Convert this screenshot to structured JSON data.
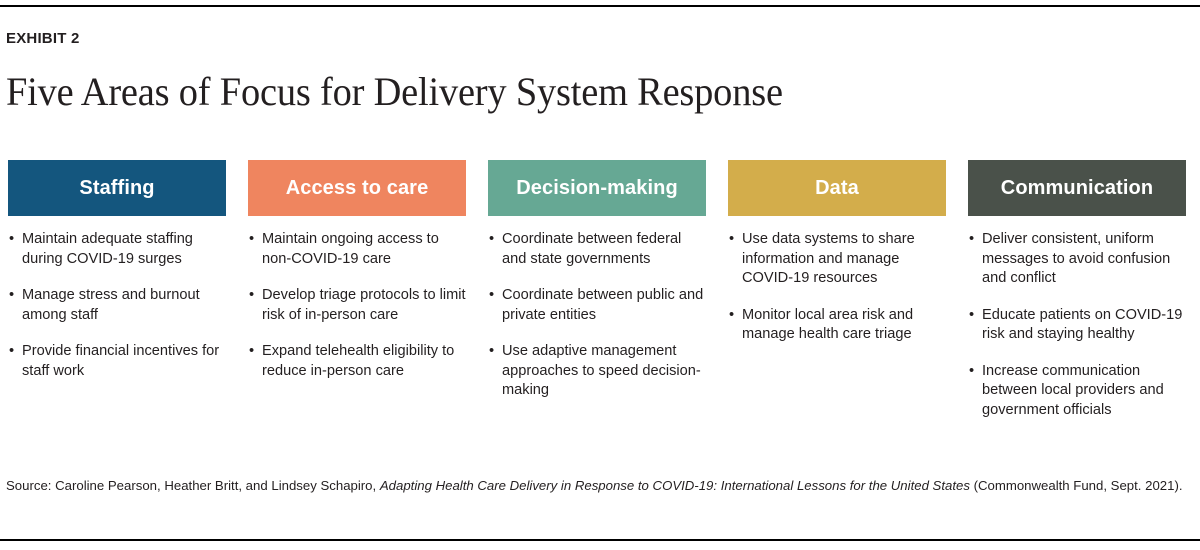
{
  "header": {
    "eyebrow": "EXHIBIT 2",
    "title": "Five Areas of Focus for Delivery System Response"
  },
  "colors": {
    "staffing": "#14567e",
    "access": "#ef855f",
    "decision": "#66a894",
    "data": "#d3ad4b",
    "communication": "#4a514a",
    "rule": "#000000",
    "text": "#231f20",
    "header_text": "#ffffff"
  },
  "bullet_glyph": "•",
  "columns": [
    {
      "id": "staffing",
      "header": "Staffing",
      "color": "#14567e",
      "items": [
        "Maintain adequate staffing during COVID-19 surges",
        "Manage stress and burnout among staff",
        "Provide financial incentives for staff work"
      ]
    },
    {
      "id": "access-to-care",
      "header": "Access to care",
      "color": "#ef855f",
      "items": [
        "Maintain ongoing access to non-COVID-19 care",
        "Develop triage protocols to limit risk of in-person care",
        "Expand telehealth eligibility to reduce in-person care"
      ]
    },
    {
      "id": "decision-making",
      "header": "Decision-making",
      "color": "#66a894",
      "items": [
        "Coordinate between federal and state governments",
        "Coordinate between public and private entities",
        "Use adaptive management approaches to speed decision-making"
      ]
    },
    {
      "id": "data",
      "header": "Data",
      "color": "#d3ad4b",
      "items": [
        "Use data systems to share information and manage COVID-19 resources",
        "Monitor local area risk and manage health care triage"
      ]
    },
    {
      "id": "communication",
      "header": "Communication",
      "color": "#4a514a",
      "items": [
        "Deliver consistent, uniform messages to avoid confusion and conflict",
        "Educate patients on COVID-19 risk and staying healthy",
        "Increase communication between local providers and government officials"
      ]
    }
  ],
  "source": {
    "prefix": "Source: Caroline Pearson, Heather Britt, and Lindsey Schapiro, ",
    "title_italic": "Adapting Health Care Delivery in Response to COVID-19: International Lessons for the United States",
    "suffix": " (Commonwealth Fund, Sept. 2021)."
  }
}
